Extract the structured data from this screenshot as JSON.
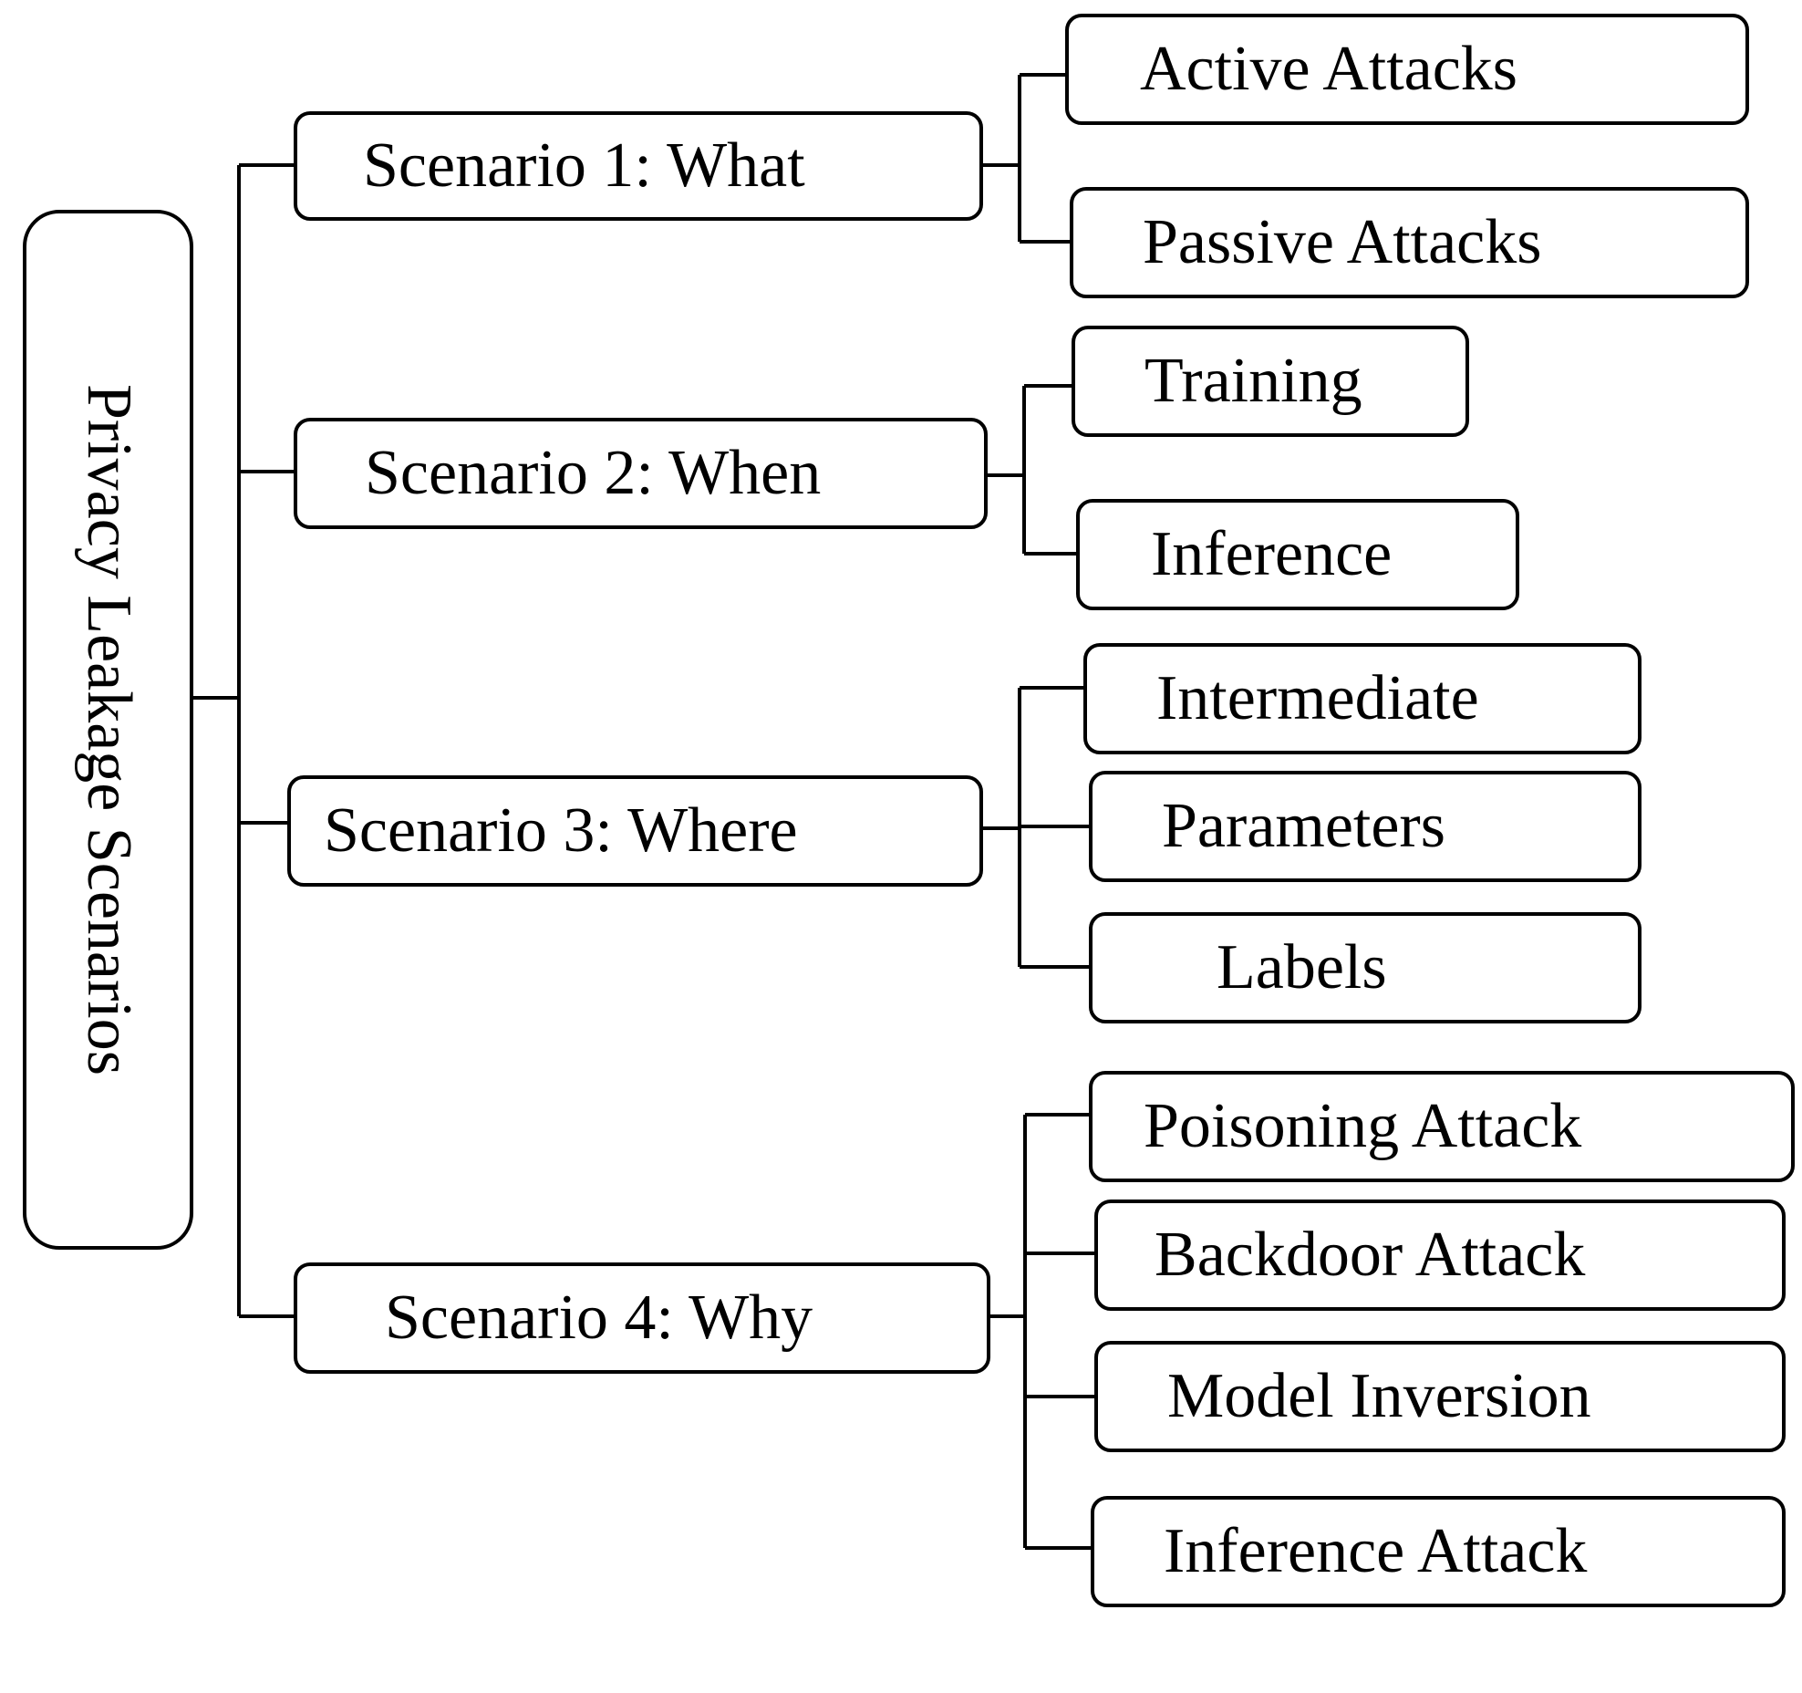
{
  "root": {
    "label": "Privacy Leakage Scenarios"
  },
  "scenarios": [
    {
      "label": "Scenario 1: What",
      "children": [
        "Active Attacks",
        "Passive Attacks"
      ]
    },
    {
      "label": "Scenario 2: When",
      "children": [
        "Training",
        "Inference"
      ]
    },
    {
      "label": "Scenario 3: Where",
      "children": [
        "Intermediate",
        "Parameters",
        "Labels"
      ]
    },
    {
      "label": "Scenario 4: Why",
      "children": [
        "Poisoning Attack",
        "Backdoor Attack",
        "Model Inversion",
        "Inference Attack"
      ]
    }
  ]
}
